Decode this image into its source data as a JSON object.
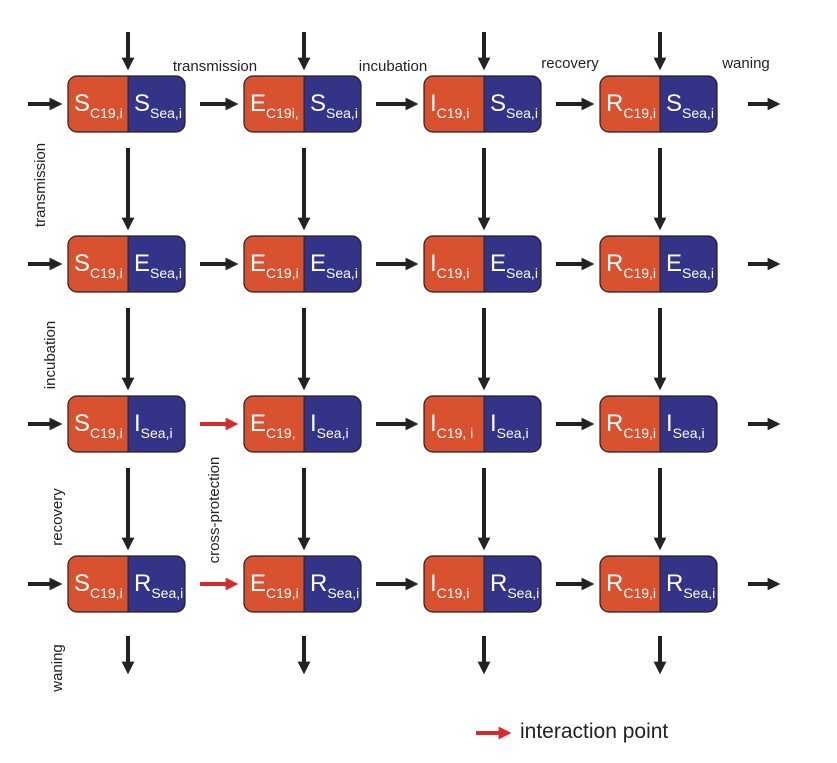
{
  "colors": {
    "covid": "#d9522f",
    "seasonal": "#333388",
    "arrow": "#222222",
    "interaction_arrow": "#d42a30",
    "box_border": "#222222"
  },
  "column_labels": [
    "transmission",
    "incubation",
    "recovery",
    "waning"
  ],
  "row_labels": [
    "transmission",
    "incubation",
    "recovery",
    "waning"
  ],
  "cross_protection_label": "cross-protection",
  "legend": {
    "label": "interaction point"
  },
  "compartments": [
    [
      {
        "c_letter": "S",
        "c_sub": "C19,i",
        "s_letter": "S",
        "s_sub": "Sea,i"
      },
      {
        "c_letter": "E",
        "c_sub": "C19i,",
        "s_letter": "S",
        "s_sub": "Sea,i"
      },
      {
        "c_letter": "I",
        "c_sub": "C19,i",
        "s_letter": "S",
        "s_sub": "Sea,i"
      },
      {
        "c_letter": "R",
        "c_sub": "C19,i",
        "s_letter": "S",
        "s_sub": "Sea,i"
      }
    ],
    [
      {
        "c_letter": "S",
        "c_sub": "C19,i",
        "s_letter": "E",
        "s_sub": "Sea,i"
      },
      {
        "c_letter": "E",
        "c_sub": "C19,i",
        "s_letter": "E",
        "s_sub": "Sea,i"
      },
      {
        "c_letter": "I",
        "c_sub": "C19,i",
        "s_letter": "E",
        "s_sub": "Sea,i"
      },
      {
        "c_letter": "R",
        "c_sub": "C19,i",
        "s_letter": "E",
        "s_sub": "Sea,i"
      }
    ],
    [
      {
        "c_letter": "S",
        "c_sub": "C19,i",
        "s_letter": "I",
        "s_sub": "Sea,i"
      },
      {
        "c_letter": "E",
        "c_sub": "C19,",
        "s_letter": "I",
        "s_sub": "Sea,i"
      },
      {
        "c_letter": "I",
        "c_sub": "C19, i",
        "s_letter": "I",
        "s_sub": "Sea,i"
      },
      {
        "c_letter": "R",
        "c_sub": "C19,i",
        "s_letter": "I",
        "s_sub": "Sea,i"
      }
    ],
    [
      {
        "c_letter": "S",
        "c_sub": "C19,i",
        "s_letter": "R",
        "s_sub": "Sea,i"
      },
      {
        "c_letter": "E",
        "c_sub": "C19,i",
        "s_letter": "R",
        "s_sub": "Sea,i"
      },
      {
        "c_letter": "I",
        "c_sub": "C19,i",
        "s_letter": "R",
        "s_sub": "Sea,i"
      },
      {
        "c_letter": "R",
        "c_sub": "C19,i",
        "s_letter": "R",
        "s_sub": "Sea,i"
      }
    ]
  ],
  "interaction_rows": [
    2,
    3
  ]
}
